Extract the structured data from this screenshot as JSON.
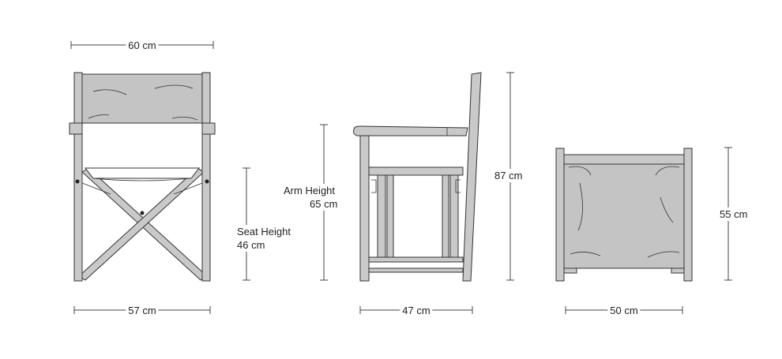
{
  "front_view": {
    "top_width": "60 cm",
    "bottom_width": "57 cm",
    "seat_height_label": "Seat Height",
    "seat_height_value": "46 cm"
  },
  "side_view": {
    "arm_height_label": "Arm Height",
    "arm_height_value": "65 cm",
    "total_height": "87 cm",
    "depth": "47 cm"
  },
  "top_view": {
    "height": "55 cm",
    "width": "50 cm"
  }
}
